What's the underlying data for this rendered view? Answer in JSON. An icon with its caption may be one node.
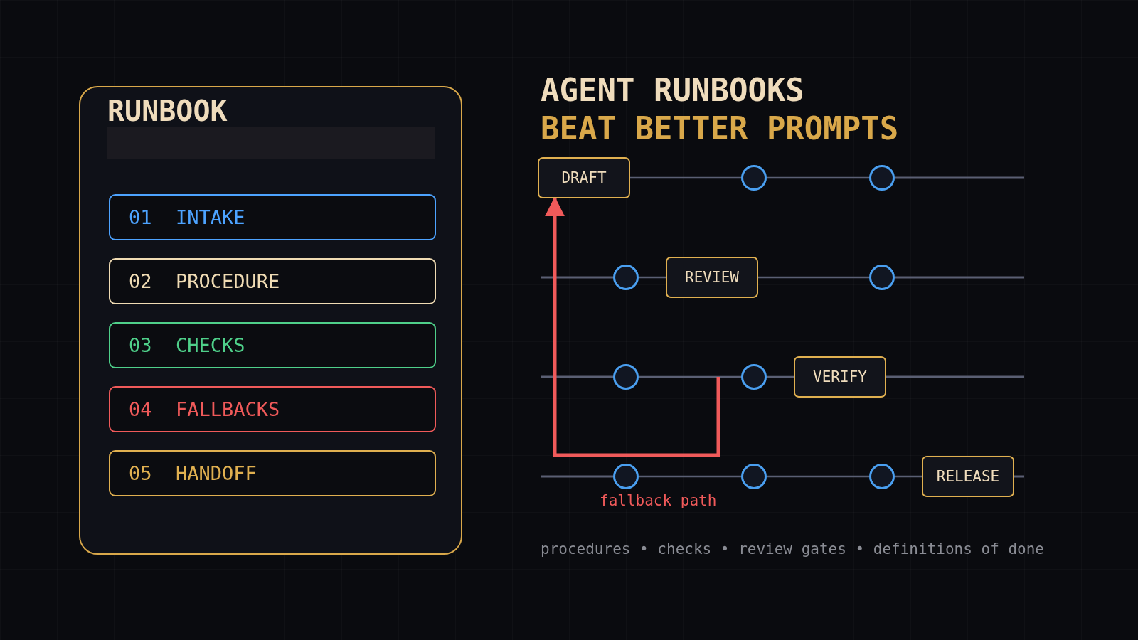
{
  "diagram": {
    "title": "AGENT RUNBOOKS BEAT BETTER PROMPTS",
    "caption": "procedures • checks • review gates • definitions of done",
    "nodes": [
      {
        "text": [
          "RUNBOOK"
        ]
      },
      {
        "text": [
          "01",
          "INTAKE"
        ],
        "in": 0
      },
      {
        "text": [
          "02",
          "PROCEDURE"
        ],
        "in": 0
      },
      {
        "text": [
          "03",
          "CHECKS"
        ],
        "in": 0
      },
      {
        "text": [
          "04",
          "FALLBACKS"
        ],
        "in": 0
      },
      {
        "text": [
          "05",
          "HANDOFF"
        ],
        "in": 0
      },
      {
        "text": [
          "DRAFT"
        ]
      },
      {
        "text": [],
        "shape": "circle"
      },
      {
        "text": [],
        "shape": "circle"
      },
      {
        "text": [],
        "shape": "circle"
      },
      {
        "text": [
          "REVIEW"
        ]
      },
      {
        "text": [],
        "shape": "circle"
      },
      {
        "text": [],
        "shape": "circle"
      },
      {
        "text": [],
        "shape": "circle"
      },
      {
        "text": [
          "VERIFY"
        ]
      },
      {
        "text": [],
        "shape": "circle"
      },
      {
        "text": [],
        "shape": "circle"
      },
      {
        "text": [],
        "shape": "circle"
      },
      {
        "text": [
          "RELEASE"
        ]
      }
    ],
    "edges": [
      {
        "from": 6,
        "to": 7,
        "arrow": "none"
      },
      {
        "from": 7,
        "to": 8,
        "arrow": "none"
      },
      {
        "from": 9,
        "to": 10,
        "arrow": "none"
      },
      {
        "from": 10,
        "to": 11,
        "arrow": "none"
      },
      {
        "from": 12,
        "to": 13,
        "arrow": "none"
      },
      {
        "from": 13,
        "to": 14,
        "arrow": "none"
      },
      {
        "from": 15,
        "to": 16,
        "arrow": "none"
      },
      {
        "from": 16,
        "to": 17,
        "arrow": "none"
      },
      {
        "from": 17,
        "to": 18,
        "arrow": "none"
      },
      {
        "from": null,
        "to": 6,
        "arrow": "to",
        "label": "fallback path",
        "style": "thick",
        "color": "#f05a5a"
      }
    ]
  }
}
